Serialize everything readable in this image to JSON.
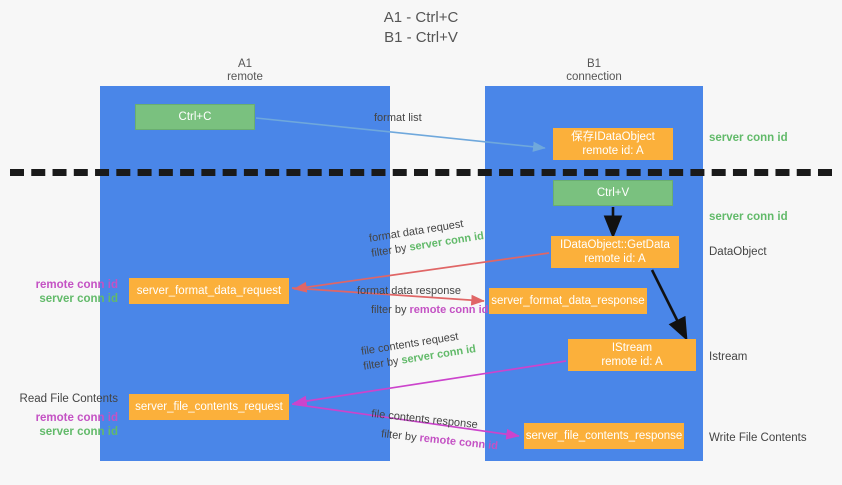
{
  "title": {
    "line1": "A1 - Ctrl+C",
    "line2": "B1 - Ctrl+V"
  },
  "columns": [
    {
      "id": "a1",
      "name": "A1",
      "role": "remote",
      "color": "#4a86e8"
    },
    {
      "id": "b1",
      "name": "B1",
      "role": "connection",
      "color": "#4a86e8"
    }
  ],
  "colors": {
    "lane": "#4a86e8",
    "green_box": "#7ac17f",
    "orange_box": "#fbb03b",
    "server_conn_id": "#62ba6a",
    "remote_conn_id": "#c452c4",
    "arrow_blue": "#6fa8dc",
    "arrow_red": "#e06666",
    "arrow_magenta": "#cc44cc",
    "arrow_black": "#111111",
    "divider": "#1a1a1a",
    "background": "#f7f7f7"
  },
  "nodes": {
    "ctrl_c": {
      "label": "Ctrl+C",
      "style": "green"
    },
    "save_idataobject": {
      "label": "保存IDataObject",
      "sub": "remote id: A",
      "style": "orange"
    },
    "ctrl_v": {
      "label": "Ctrl+V",
      "style": "green"
    },
    "getdata": {
      "label": "IDataObject::GetData",
      "sub": "remote id: A",
      "style": "orange"
    },
    "server_format_data_request": {
      "label": "server_format_data_request",
      "style": "orange"
    },
    "server_format_data_response": {
      "label": "server_format_data_response",
      "style": "orange"
    },
    "istream": {
      "label": "IStream",
      "sub": "remote id: A",
      "style": "orange"
    },
    "server_file_contents_request": {
      "label": "server_file_contents_request",
      "style": "orange"
    },
    "server_file_contents_response": {
      "label": "server_file_contents_response",
      "style": "orange"
    }
  },
  "side_labels": {
    "server_conn_id_top": "server conn id",
    "server_conn_id_mid": "server conn id",
    "dataobject": "DataObject",
    "istream": "Istream",
    "write_file_contents": "Write File Contents",
    "read_file_contents": "Read File Contents",
    "remote_conn_id": "remote conn id",
    "server_conn_id": "server conn id"
  },
  "edge_labels": {
    "format_list": "format list",
    "format_data_request": "format data request",
    "format_data_request_filter_prefix": "filter by ",
    "format_data_request_filter_value": "server conn id",
    "format_data_response": "format data response",
    "format_data_response_filter_prefix": "filter by ",
    "format_data_response_filter_value": "remote conn id",
    "file_contents_request": "file contents request",
    "file_contents_request_filter_prefix": "filter by ",
    "file_contents_request_filter_value": "server conn id",
    "file_contents_response": "file contents response",
    "file_contents_response_filter_prefix": "filter by ",
    "file_contents_response_filter_value": "remote conn id"
  }
}
